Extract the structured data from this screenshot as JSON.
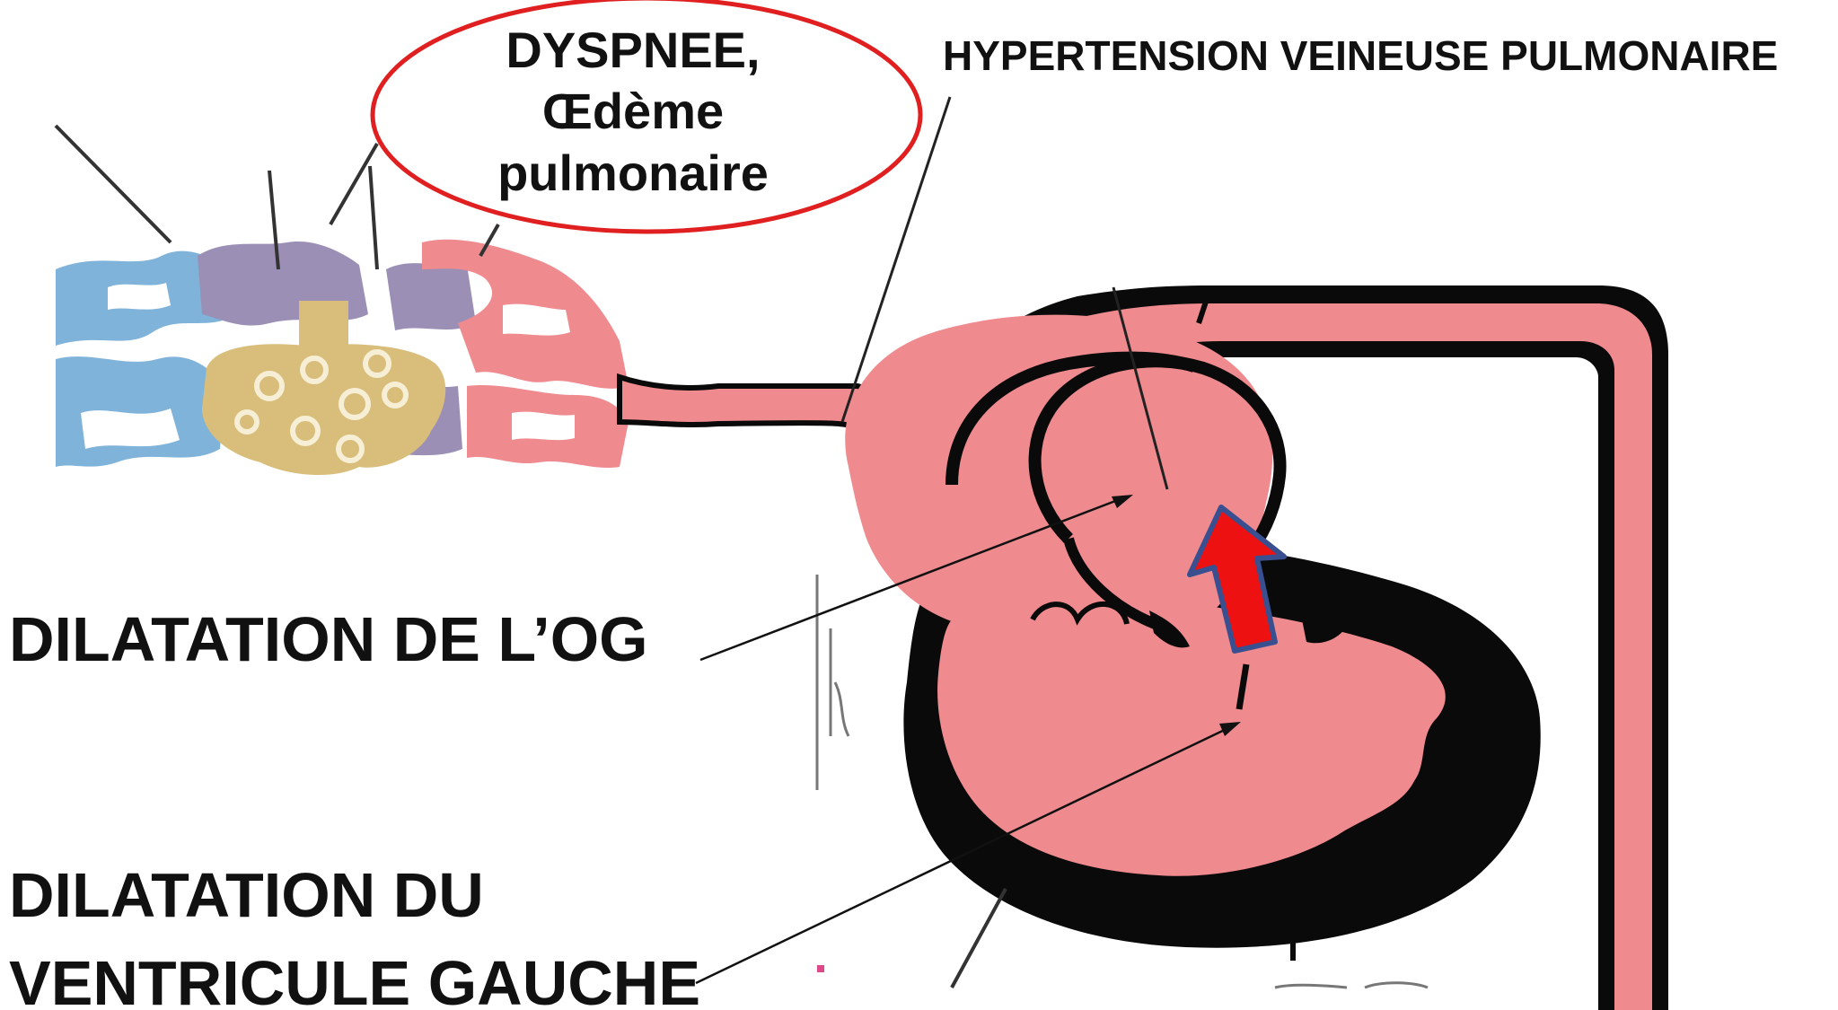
{
  "labels": {
    "top_right": "HYPERTENSION VEINEUSE PULMONAIRE",
    "left_atrium": "DILATATION DE L’OG",
    "left_ventricle_line1": "DILATATION DU",
    "left_ventricle_line2": "VENTRICULE GAUCHE"
  },
  "callout": {
    "line1": "DYSPNEE,",
    "line2": "Œdème",
    "line3": "pulmonaire",
    "border_color": "#e02020"
  },
  "colors": {
    "vessel_pink": "#ef8a8f",
    "heart_wall": "#0a0a0a",
    "alveoli_tan": "#d9bd7a",
    "lung_blue": "#7fb3da",
    "lung_purple": "#9c8fb5",
    "arrow_red": "#ee1111",
    "arrow_outline": "#3a4f8f"
  },
  "icons": {
    "direction_arrow": "up-arrow-icon"
  }
}
